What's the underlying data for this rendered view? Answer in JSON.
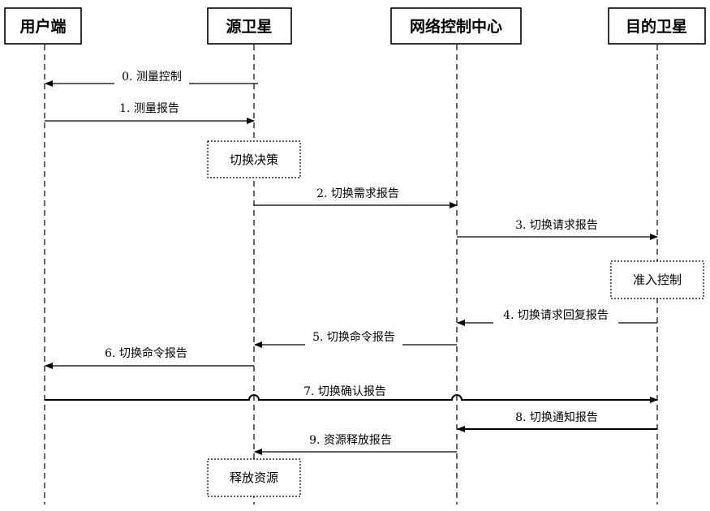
{
  "actors": [
    {
      "id": "user",
      "label": "用户端"
    },
    {
      "id": "src",
      "label": "源卫星"
    },
    {
      "id": "ncc",
      "label": "网络控制中心"
    },
    {
      "id": "dst",
      "label": "目的卫星"
    }
  ],
  "messages": [
    {
      "from": "src",
      "to": "user",
      "label": "0. 测量控制"
    },
    {
      "from": "user",
      "to": "src",
      "label": "1. 测量报告"
    },
    {
      "from": "src",
      "to": "ncc",
      "label": "2. 切换需求报告"
    },
    {
      "from": "ncc",
      "to": "dst",
      "label": "3. 切换请求报告"
    },
    {
      "from": "dst",
      "to": "ncc",
      "label": "4. 切换请求回复报告"
    },
    {
      "from": "ncc",
      "to": "src",
      "label": "5. 切换命令报告"
    },
    {
      "from": "src",
      "to": "user",
      "label": "6. 切换命令报告"
    },
    {
      "from": "user",
      "to": "dst",
      "label": "7. 切换确认报告",
      "bold": true
    },
    {
      "from": "dst",
      "to": "ncc",
      "label": "8. 切换通知报告"
    },
    {
      "from": "ncc",
      "to": "src",
      "label": "9. 资源释放报告"
    }
  ],
  "notes": [
    {
      "actor": "src",
      "label": "切换决策"
    },
    {
      "actor": "dst",
      "label": "准入控制"
    },
    {
      "actor": "src",
      "label": "释放资源"
    }
  ]
}
